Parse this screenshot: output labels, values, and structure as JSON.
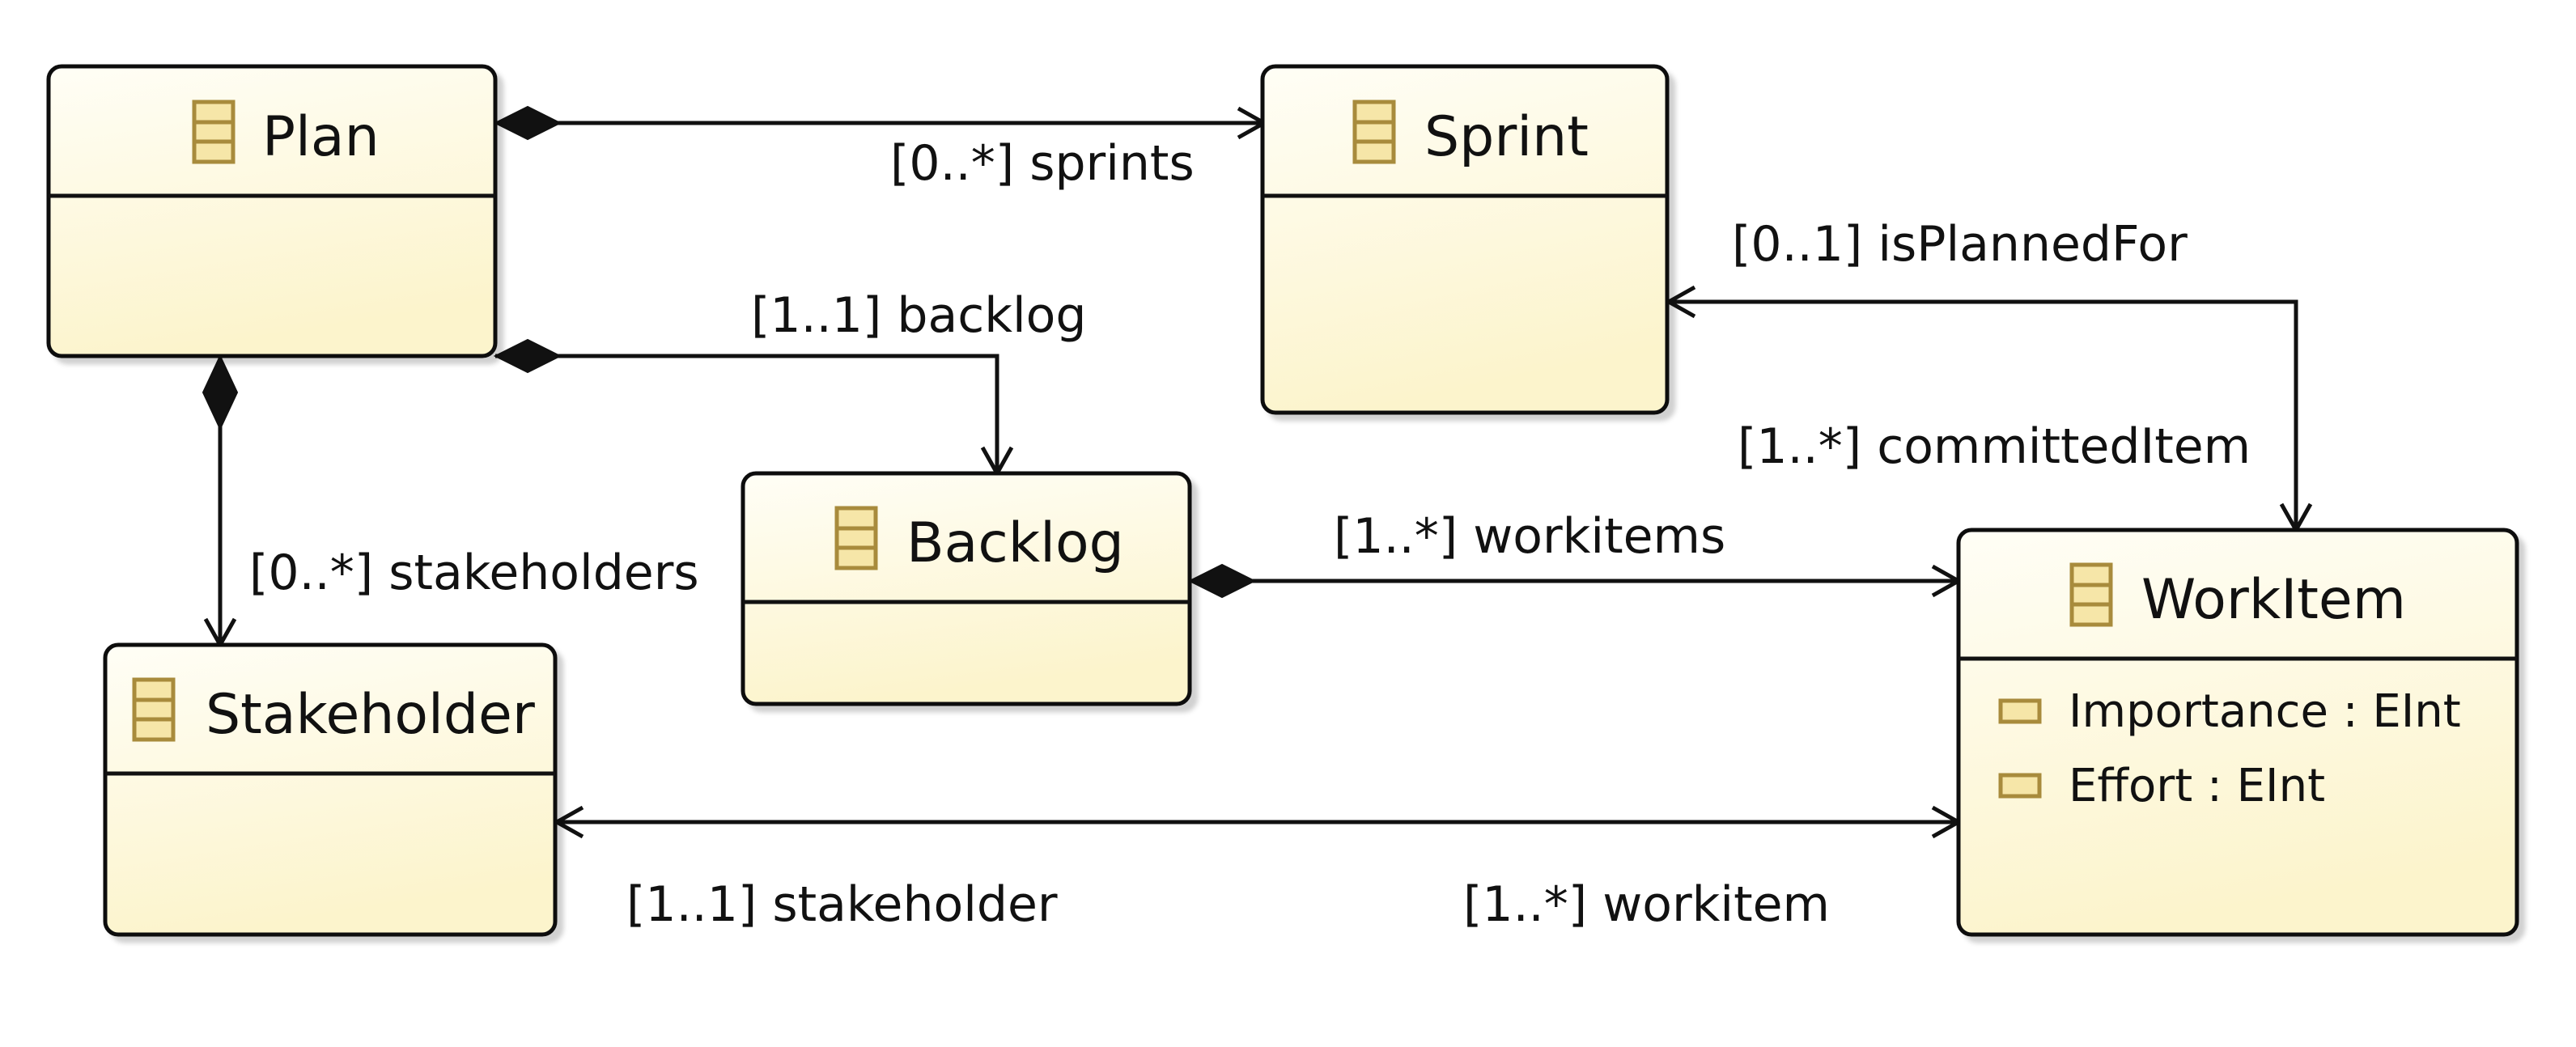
{
  "classes": {
    "plan": {
      "name": "Plan",
      "attributes": []
    },
    "sprint": {
      "name": "Sprint",
      "attributes": []
    },
    "backlog": {
      "name": "Backlog",
      "attributes": []
    },
    "stakeholder": {
      "name": "Stakeholder",
      "attributes": []
    },
    "workitem": {
      "name": "WorkItem",
      "attributes": [
        "Importance : EInt",
        "Effort : EInt"
      ]
    }
  },
  "associations": {
    "sprints": "[0..*] sprints",
    "backlog": "[1..1] backlog",
    "stakeholders": "[0..*] stakeholders",
    "isPlannedFor": "[0..1] isPlannedFor",
    "committedItem": "[1..*] committedItem",
    "workitems": "[1..*] workitems",
    "stakeholder": "[1..1] stakeholder",
    "workitem": "[1..*] workitem"
  },
  "colors": {
    "class_fill_top": "#fffdf0",
    "class_fill_bottom": "#fdf6cf",
    "class_icon": "#a88b3c",
    "line": "#111111"
  }
}
